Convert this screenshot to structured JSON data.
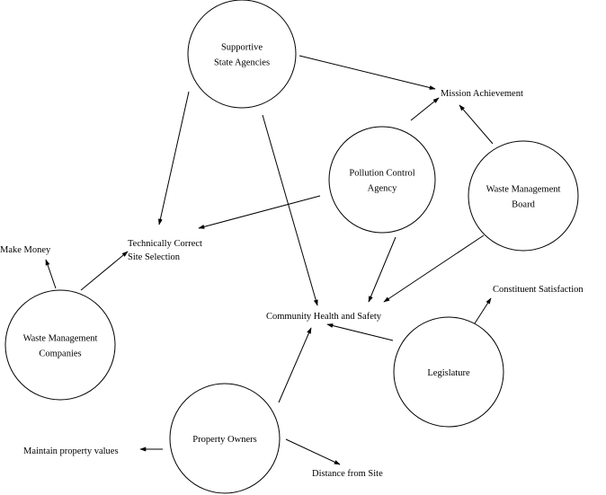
{
  "diagram": {
    "type": "stakeholder-goal network",
    "colors": {
      "stroke": "#000000",
      "background": "#ffffff",
      "text": "#000000"
    },
    "nodes": [
      {
        "id": "supportive_state_agencies",
        "shape": "circle",
        "lines": [
          "Supportive",
          "State Agencies"
        ]
      },
      {
        "id": "pollution_control_agency",
        "shape": "circle",
        "lines": [
          "Pollution Control",
          "Agency"
        ]
      },
      {
        "id": "waste_management_board",
        "shape": "circle",
        "lines": [
          "Waste Management",
          "Board"
        ]
      },
      {
        "id": "waste_management_companies",
        "shape": "circle",
        "lines": [
          "Waste Management",
          "Companies"
        ]
      },
      {
        "id": "legislature",
        "shape": "circle",
        "lines": [
          "Legislature"
        ]
      },
      {
        "id": "property_owners",
        "shape": "circle",
        "lines": [
          "Property Owners"
        ]
      }
    ],
    "goals": [
      {
        "id": "mission_achievement",
        "lines": [
          "Mission Achievement"
        ]
      },
      {
        "id": "technically_correct_site_selection",
        "lines": [
          "Technically Correct",
          "Site Selection"
        ]
      },
      {
        "id": "make_money",
        "lines": [
          "Make Money"
        ]
      },
      {
        "id": "community_health_and_safety",
        "lines": [
          "Community Health and Safety"
        ]
      },
      {
        "id": "constituent_satisfaction",
        "lines": [
          "Constituent Satisfaction"
        ]
      },
      {
        "id": "maintain_property_values",
        "lines": [
          "Maintain property values"
        ]
      },
      {
        "id": "distance_from_site",
        "lines": [
          "Distance from Site"
        ]
      }
    ],
    "edges": [
      {
        "from": "supportive_state_agencies",
        "to": "mission_achievement"
      },
      {
        "from": "supportive_state_agencies",
        "to": "technically_correct_site_selection"
      },
      {
        "from": "supportive_state_agencies",
        "to": "community_health_and_safety"
      },
      {
        "from": "pollution_control_agency",
        "to": "mission_achievement"
      },
      {
        "from": "pollution_control_agency",
        "to": "technically_correct_site_selection"
      },
      {
        "from": "pollution_control_agency",
        "to": "community_health_and_safety"
      },
      {
        "from": "waste_management_board",
        "to": "mission_achievement"
      },
      {
        "from": "waste_management_board",
        "to": "community_health_and_safety"
      },
      {
        "from": "waste_management_companies",
        "to": "make_money"
      },
      {
        "from": "waste_management_companies",
        "to": "technically_correct_site_selection"
      },
      {
        "from": "legislature",
        "to": "community_health_and_safety"
      },
      {
        "from": "legislature",
        "to": "constituent_satisfaction"
      },
      {
        "from": "property_owners",
        "to": "community_health_and_safety"
      },
      {
        "from": "property_owners",
        "to": "maintain_property_values"
      },
      {
        "from": "property_owners",
        "to": "distance_from_site"
      }
    ]
  }
}
